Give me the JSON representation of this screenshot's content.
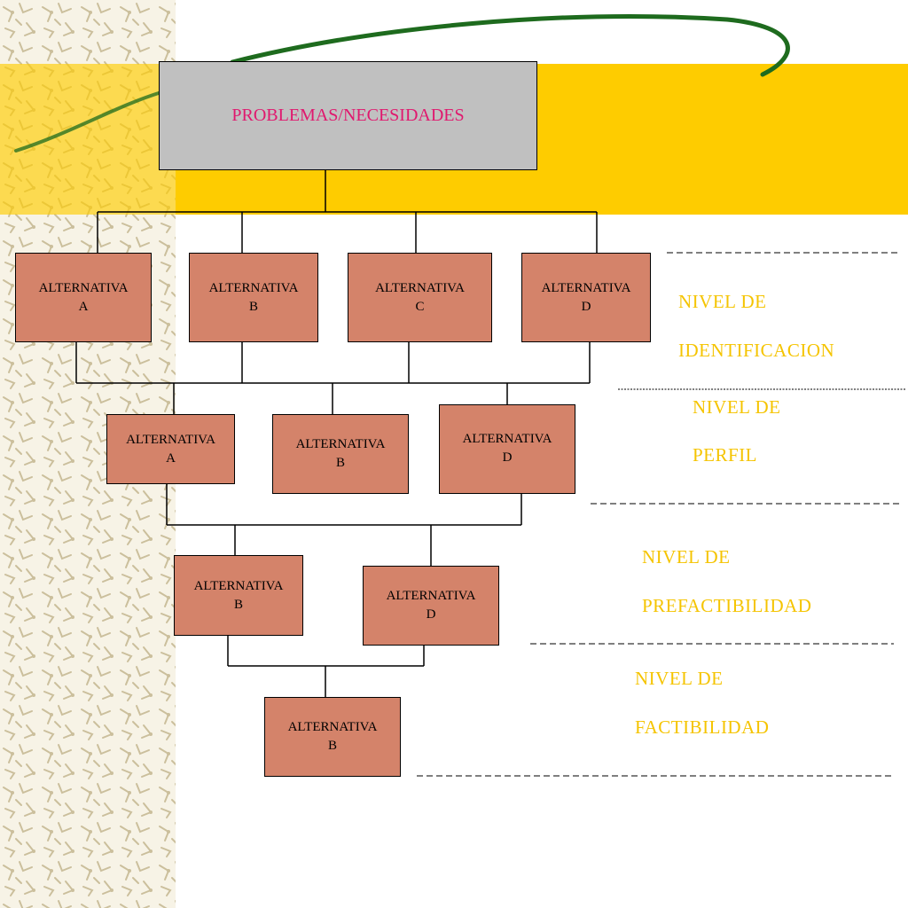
{
  "root": {
    "label": "PROBLEMAS/NECESIDADES"
  },
  "alternatives": {
    "row1": [
      {
        "line1": "ALTERNATIVA",
        "line2": "A"
      },
      {
        "line1": "ALTERNATIVA",
        "line2": "B"
      },
      {
        "line1": "ALTERNATIVA",
        "line2": "C"
      },
      {
        "line1": "ALTERNATIVA",
        "line2": "D"
      }
    ],
    "row2": [
      {
        "line1": "ALTERNATIVA",
        "line2": "A"
      },
      {
        "line1": "ALTERNATIVA",
        "line2": "B"
      },
      {
        "line1": "ALTERNATIVA",
        "line2": "D"
      }
    ],
    "row3": [
      {
        "line1": "ALTERNATIVA",
        "line2": "B"
      },
      {
        "line1": "ALTERNATIVA",
        "line2": "D"
      }
    ],
    "row4": [
      {
        "line1": "ALTERNATIVA",
        "line2": "B"
      }
    ]
  },
  "levels": [
    {
      "line1": "NIVEL  DE",
      "line2": "IDENTIFICACION"
    },
    {
      "line1": "NIVEL  DE",
      "line2": "PERFIL"
    },
    {
      "line1": "NIVEL  DE",
      "line2": "PREFACTIBILIDAD"
    },
    {
      "line1": "NIVEL  DE",
      "line2": "FACTIBILIDAD"
    }
  ],
  "colors": {
    "background": "#ffffff",
    "band": "#fecc00",
    "pattern_strip": "#f7f3e6",
    "root_box": "#c0c0c0",
    "root_text": "#e0186e",
    "alternative_box": "#d4836a",
    "level_text": "#f5c400",
    "arc": "#1e6b1e"
  }
}
